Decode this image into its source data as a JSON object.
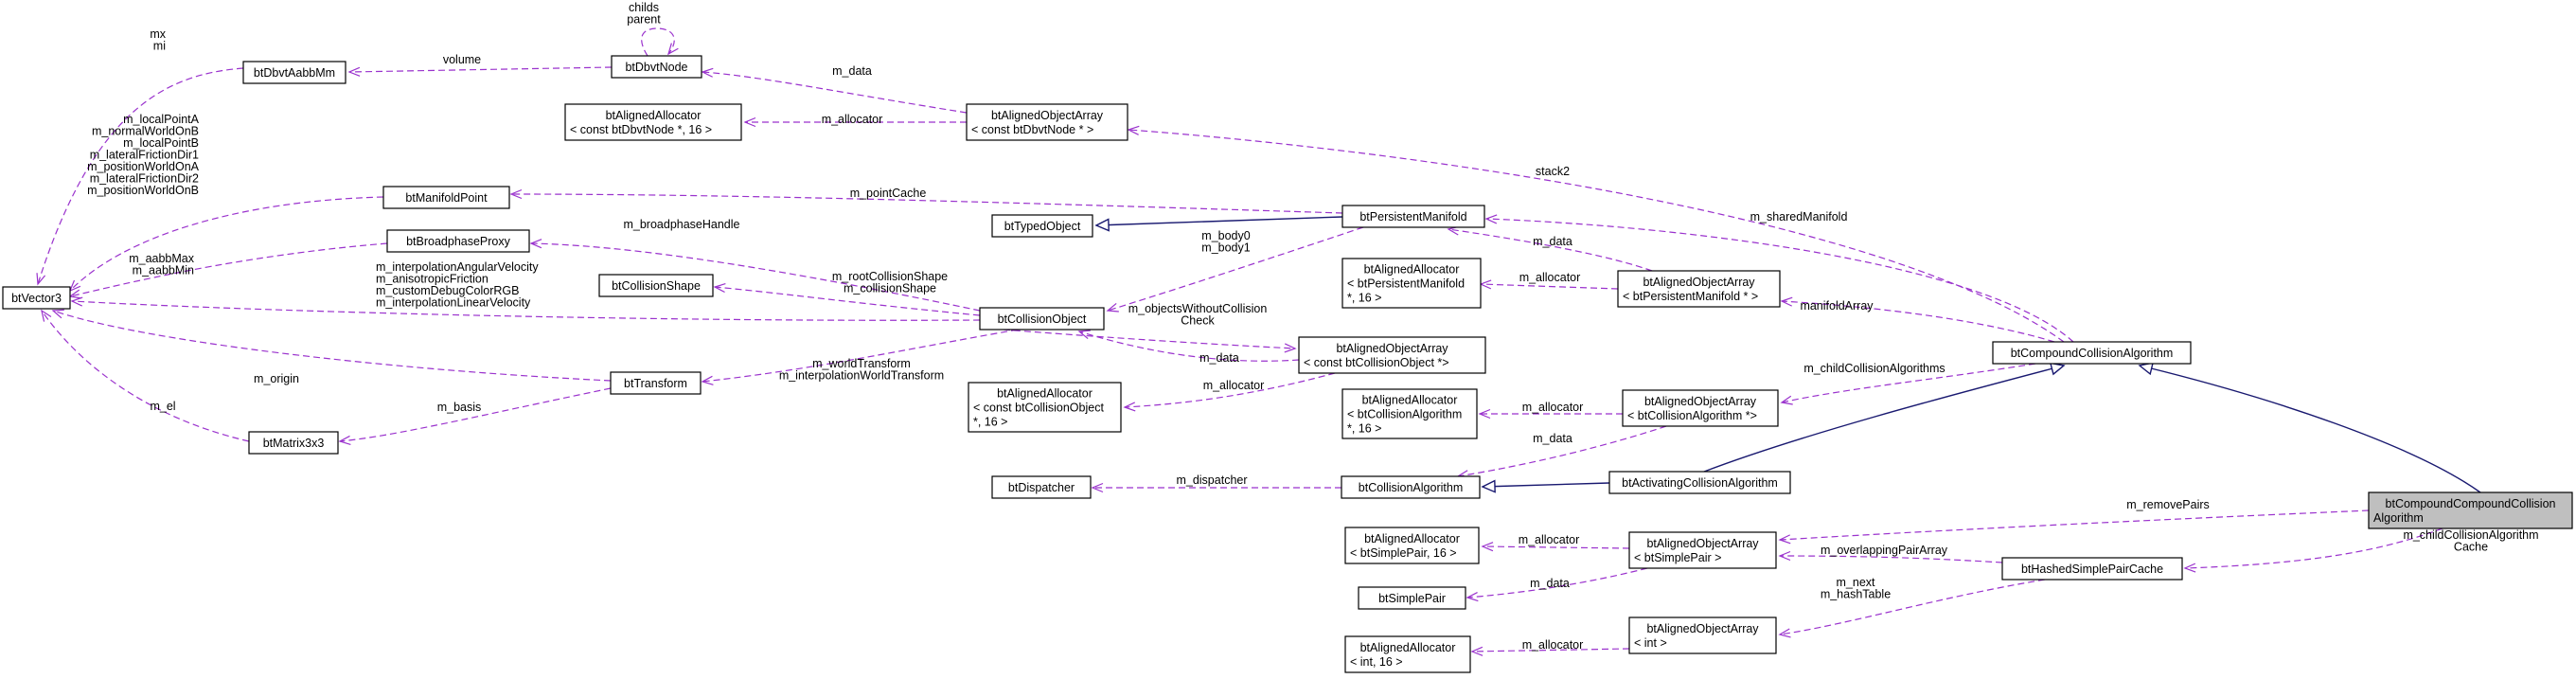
{
  "nodes": [
    {
      "id": "btVector3",
      "lines": [
        "btVector3"
      ]
    },
    {
      "id": "btDbvtAabbMm",
      "lines": [
        "btDbvtAabbMm"
      ]
    },
    {
      "id": "btDbvtNode",
      "lines": [
        "btDbvtNode"
      ]
    },
    {
      "id": "btAlignedAllocatorDbvt",
      "lines": [
        "btAlignedAllocator",
        "< const btDbvtNode *, 16 >"
      ]
    },
    {
      "id": "btAlignedObjectArrayDbvt",
      "lines": [
        "btAlignedObjectArray",
        "< const btDbvtNode * >"
      ]
    },
    {
      "id": "btManifoldPoint",
      "lines": [
        "btManifoldPoint"
      ]
    },
    {
      "id": "btTypedObject",
      "lines": [
        "btTypedObject"
      ]
    },
    {
      "id": "btPersistentManifold",
      "lines": [
        "btPersistentManifold"
      ]
    },
    {
      "id": "btBroadphaseProxy",
      "lines": [
        "btBroadphaseProxy"
      ]
    },
    {
      "id": "btAlignedAllocatorPM",
      "lines": [
        "btAlignedAllocator",
        "< btPersistentManifold",
        "*, 16 >"
      ]
    },
    {
      "id": "btAlignedObjectArrayPM",
      "lines": [
        "btAlignedObjectArray",
        "< btPersistentManifold * >"
      ]
    },
    {
      "id": "btCollisionShape",
      "lines": [
        "btCollisionShape"
      ]
    },
    {
      "id": "btCollisionObject",
      "lines": [
        "btCollisionObject"
      ]
    },
    {
      "id": "btAlignedObjectArrayCO",
      "lines": [
        "btAlignedObjectArray",
        "< const btCollisionObject *>"
      ]
    },
    {
      "id": "btCompoundCollisionAlgorithm",
      "lines": [
        "btCompoundCollisionAlgorithm"
      ]
    },
    {
      "id": "btTransform",
      "lines": [
        "btTransform"
      ]
    },
    {
      "id": "btAlignedAllocatorCO",
      "lines": [
        "btAlignedAllocator",
        "< const btCollisionObject",
        "*, 16 >"
      ]
    },
    {
      "id": "btAlignedAllocatorCA",
      "lines": [
        "btAlignedAllocator",
        "< btCollisionAlgorithm",
        "*, 16 >"
      ]
    },
    {
      "id": "btAlignedObjectArrayCA",
      "lines": [
        "btAlignedObjectArray",
        "< btCollisionAlgorithm *>"
      ]
    },
    {
      "id": "btMatrix3x3",
      "lines": [
        "btMatrix3x3"
      ]
    },
    {
      "id": "btDispatcher",
      "lines": [
        "btDispatcher"
      ]
    },
    {
      "id": "btCollisionAlgorithm",
      "lines": [
        "btCollisionAlgorithm"
      ]
    },
    {
      "id": "btActivatingCollisionAlgorithm",
      "lines": [
        "btActivatingCollisionAlgorithm"
      ]
    },
    {
      "id": "btCompoundCompoundCollisionAlgorithm",
      "lines": [
        "btCompoundCompoundCollision",
        "Algorithm"
      ]
    },
    {
      "id": "btAlignedAllocatorSP",
      "lines": [
        "btAlignedAllocator",
        "< btSimplePair, 16 >"
      ]
    },
    {
      "id": "btAlignedObjectArraySP",
      "lines": [
        "btAlignedObjectArray",
        "< btSimplePair >"
      ]
    },
    {
      "id": "btHashedSimplePairCache",
      "lines": [
        "btHashedSimplePairCache"
      ]
    },
    {
      "id": "btSimplePair",
      "lines": [
        "btSimplePair"
      ]
    },
    {
      "id": "btAlignedAllocatorInt",
      "lines": [
        "btAlignedAllocator",
        "< int, 16 >"
      ]
    },
    {
      "id": "btAlignedObjectArrayInt",
      "lines": [
        "btAlignedObjectArray",
        "< int >"
      ]
    }
  ],
  "edges": [
    {
      "from": "btDbvtNode",
      "to": "btDbvtNode",
      "kind": "usage",
      "label": [
        "childs",
        "parent"
      ]
    },
    {
      "from": "btDbvtAabbMm",
      "to": "btVector3",
      "kind": "usage",
      "label": [
        "mx",
        "mi"
      ]
    },
    {
      "from": "btDbvtNode",
      "to": "btDbvtAabbMm",
      "kind": "usage",
      "label": [
        "volume"
      ]
    },
    {
      "from": "btAlignedObjectArrayDbvt",
      "to": "btDbvtNode",
      "kind": "usage",
      "label": [
        "m_data"
      ]
    },
    {
      "from": "btAlignedObjectArrayDbvt",
      "to": "btAlignedAllocatorDbvt",
      "kind": "usage",
      "label": [
        "m_allocator"
      ]
    },
    {
      "from": "btManifoldPoint",
      "to": "btVector3",
      "kind": "usage",
      "label": [
        "m_localPointA",
        "m_normalWorldOnB",
        "m_localPointB",
        "m_lateralFrictionDir1",
        "m_positionWorldOnA",
        "m_lateralFrictionDir2",
        "m_positionWorldOnB"
      ]
    },
    {
      "from": "btBroadphaseProxy",
      "to": "btVector3",
      "kind": "usage",
      "label": [
        "m_aabbMax",
        "m_aabbMin"
      ]
    },
    {
      "from": "btCollisionObject",
      "to": "btVector3",
      "kind": "usage",
      "label": [
        "m_interpolationAngularVelocity",
        "m_anisotropicFriction",
        "m_customDebugColorRGB",
        "m_interpolationLinearVelocity"
      ]
    },
    {
      "from": "btTransform",
      "to": "btVector3",
      "kind": "usage",
      "label": [
        "m_origin"
      ]
    },
    {
      "from": "btMatrix3x3",
      "to": "btVector3",
      "kind": "usage",
      "label": [
        "m_el"
      ]
    },
    {
      "from": "btPersistentManifold",
      "to": "btManifoldPoint",
      "kind": "usage",
      "label": [
        "m_pointCache"
      ]
    },
    {
      "from": "btPersistentManifold",
      "to": "btTypedObject",
      "kind": "inheritance",
      "label": []
    },
    {
      "from": "btCollisionObject",
      "to": "btBroadphaseProxy",
      "kind": "usage",
      "label": [
        "m_broadphaseHandle"
      ]
    },
    {
      "from": "btPersistentManifold",
      "to": "btCollisionObject",
      "kind": "usage",
      "label": [
        "m_body0",
        "m_body1"
      ]
    },
    {
      "from": "btCollisionObject",
      "to": "btCollisionShape",
      "kind": "usage",
      "label": [
        "m_rootCollisionShape",
        "m_collisionShape"
      ]
    },
    {
      "from": "btCollisionObject",
      "to": "btAlignedObjectArrayCO",
      "kind": "usage",
      "label": [
        "m_objectsWithoutCollision",
        "Check"
      ]
    },
    {
      "from": "btAlignedObjectArrayCO",
      "to": "btCollisionObject",
      "kind": "usage",
      "label": [
        "m_data"
      ]
    },
    {
      "from": "btCollisionObject",
      "to": "btTransform",
      "kind": "usage",
      "label": [
        "m_worldTransform",
        "m_interpolationWorldTransform"
      ]
    },
    {
      "from": "btAlignedObjectArrayCO",
      "to": "btAlignedAllocatorCO",
      "kind": "usage",
      "label": [
        "m_allocator"
      ]
    },
    {
      "from": "btTransform",
      "to": "btMatrix3x3",
      "kind": "usage",
      "label": [
        "m_basis"
      ]
    },
    {
      "from": "btAlignedObjectArrayPM",
      "to": "btPersistentManifold",
      "kind": "usage",
      "label": [
        "m_data"
      ]
    },
    {
      "from": "btAlignedObjectArrayPM",
      "to": "btAlignedAllocatorPM",
      "kind": "usage",
      "label": [
        "m_allocator"
      ]
    },
    {
      "from": "btCompoundCollisionAlgorithm",
      "to": "btAlignedObjectArrayDbvt",
      "kind": "usage",
      "label": [
        "stack2"
      ]
    },
    {
      "from": "btCompoundCollisionAlgorithm",
      "to": "btPersistentManifold",
      "kind": "usage",
      "label": [
        "m_sharedManifold"
      ]
    },
    {
      "from": "btCompoundCollisionAlgorithm",
      "to": "btAlignedObjectArrayPM",
      "kind": "usage",
      "label": [
        "manifoldArray"
      ]
    },
    {
      "from": "btCompoundCollisionAlgorithm",
      "to": "btAlignedObjectArrayCA",
      "kind": "usage",
      "label": [
        "m_childCollisionAlgorithms"
      ]
    },
    {
      "from": "btAlignedObjectArrayCA",
      "to": "btAlignedAllocatorCA",
      "kind": "usage",
      "label": [
        "m_allocator"
      ]
    },
    {
      "from": "btAlignedObjectArrayCA",
      "to": "btCollisionAlgorithm",
      "kind": "usage",
      "label": [
        "m_data"
      ]
    },
    {
      "from": "btCollisionAlgorithm",
      "to": "btDispatcher",
      "kind": "usage",
      "label": [
        "m_dispatcher"
      ]
    },
    {
      "from": "btActivatingCollisionAlgorithm",
      "to": "btCollisionAlgorithm",
      "kind": "inheritance",
      "label": []
    },
    {
      "from": "btActivatingCollisionAlgorithm",
      "to": "btCompoundCollisionAlgorithm",
      "kind": "inheritance",
      "label": []
    },
    {
      "from": "btCompoundCompoundCollisionAlgorithm",
      "to": "btCompoundCollisionAlgorithm",
      "kind": "inheritance",
      "label": []
    },
    {
      "from": "btCompoundCompoundCollisionAlgorithm",
      "to": "btAlignedObjectArraySP",
      "kind": "usage",
      "label": [
        "m_removePairs"
      ]
    },
    {
      "from": "btCompoundCompoundCollisionAlgorithm",
      "to": "btHashedSimplePairCache",
      "kind": "usage",
      "label": [
        "m_childCollisionAlgorithm",
        "Cache"
      ]
    },
    {
      "from": "btAlignedObjectArraySP",
      "to": "btAlignedAllocatorSP",
      "kind": "usage",
      "label": [
        "m_allocator"
      ]
    },
    {
      "from": "btAlignedObjectArraySP",
      "to": "btSimplePair",
      "kind": "usage",
      "label": [
        "m_data"
      ]
    },
    {
      "from": "btHashedSimplePairCache",
      "to": "btAlignedObjectArraySP",
      "kind": "usage",
      "label": [
        "m_overlappingPairArray"
      ]
    },
    {
      "from": "btHashedSimplePairCache",
      "to": "btAlignedObjectArrayInt",
      "kind": "usage",
      "label": [
        "m_next",
        "m_hashTable"
      ]
    },
    {
      "from": "btAlignedObjectArrayInt",
      "to": "btAlignedAllocatorInt",
      "kind": "usage",
      "label": [
        "m_allocator"
      ]
    }
  ],
  "focus_node": "btCompoundCompoundCollisionAlgorithm",
  "colors": {
    "usage_edge": "#9a32cd",
    "inheritance_edge": "#191970",
    "focus_fill": "#bfbfbf"
  }
}
